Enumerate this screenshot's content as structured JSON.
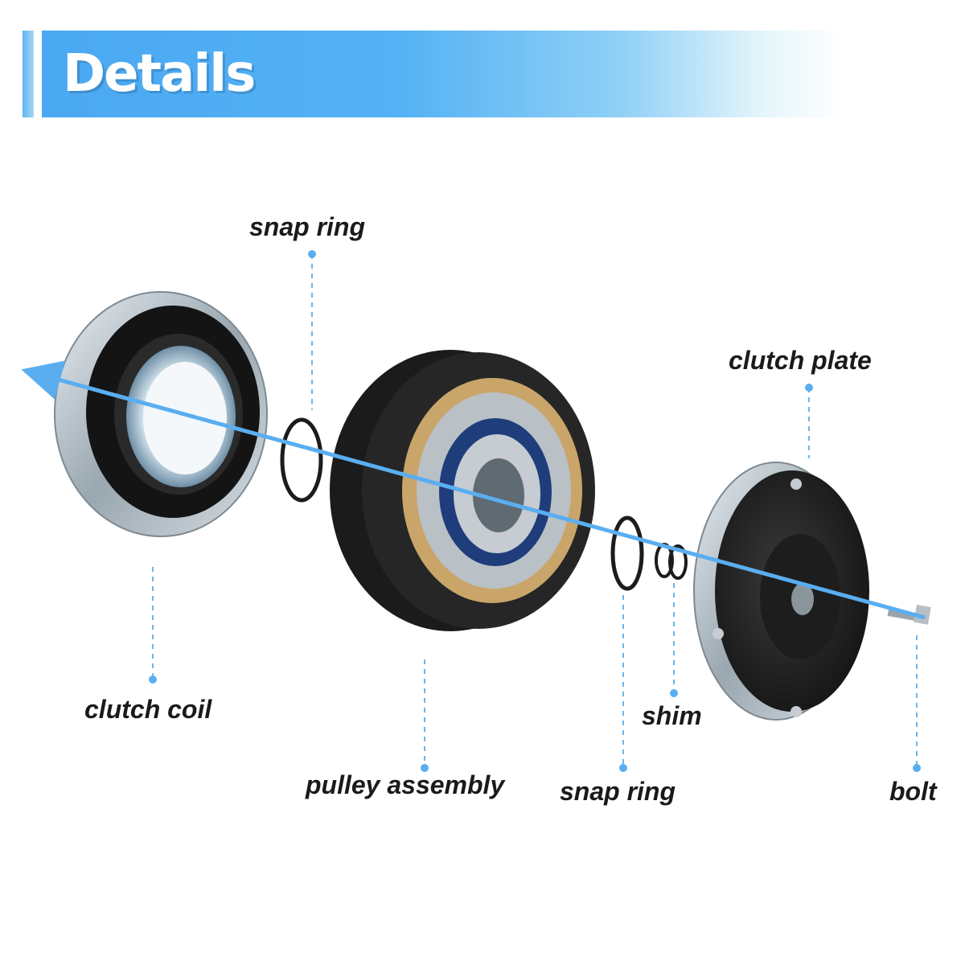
{
  "header": {
    "title": "Details"
  },
  "colors": {
    "accent": "#4aa8f2",
    "leader": "#6bb6ea",
    "text": "#1a1a1a"
  },
  "labels": {
    "snap_ring_top": "snap ring",
    "clutch_plate": "clutch plate",
    "clutch_coil": "clutch coil",
    "pulley_assembly": "pulley assembly",
    "snap_ring_bottom": "snap ring",
    "shim": "shim",
    "bolt": "bolt"
  }
}
